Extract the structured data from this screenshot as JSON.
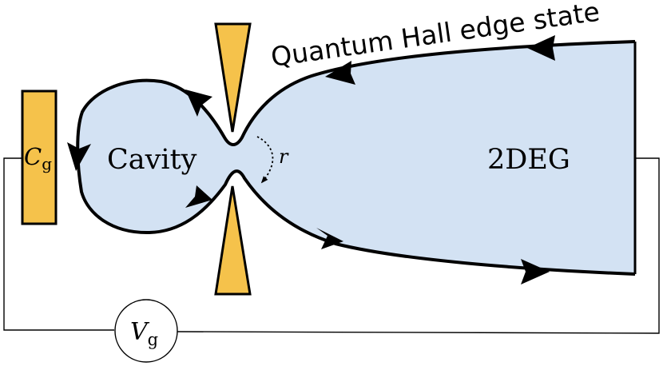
{
  "labels": {
    "edge_state": "Quantum Hall edge state",
    "cavity": "Cavity",
    "twodeg": "2DEG",
    "reflection": "r",
    "gate_capacitor_main": "C",
    "gate_capacitor_sub": "g",
    "gate_voltage_main": "V",
    "gate_voltage_sub": "g"
  },
  "colors": {
    "electron_gas_fill": "#d3e2f3",
    "electrode_fill": "#f5c24b",
    "edge_line": "#000000",
    "wire": "#000000",
    "background": "#ffffff"
  }
}
